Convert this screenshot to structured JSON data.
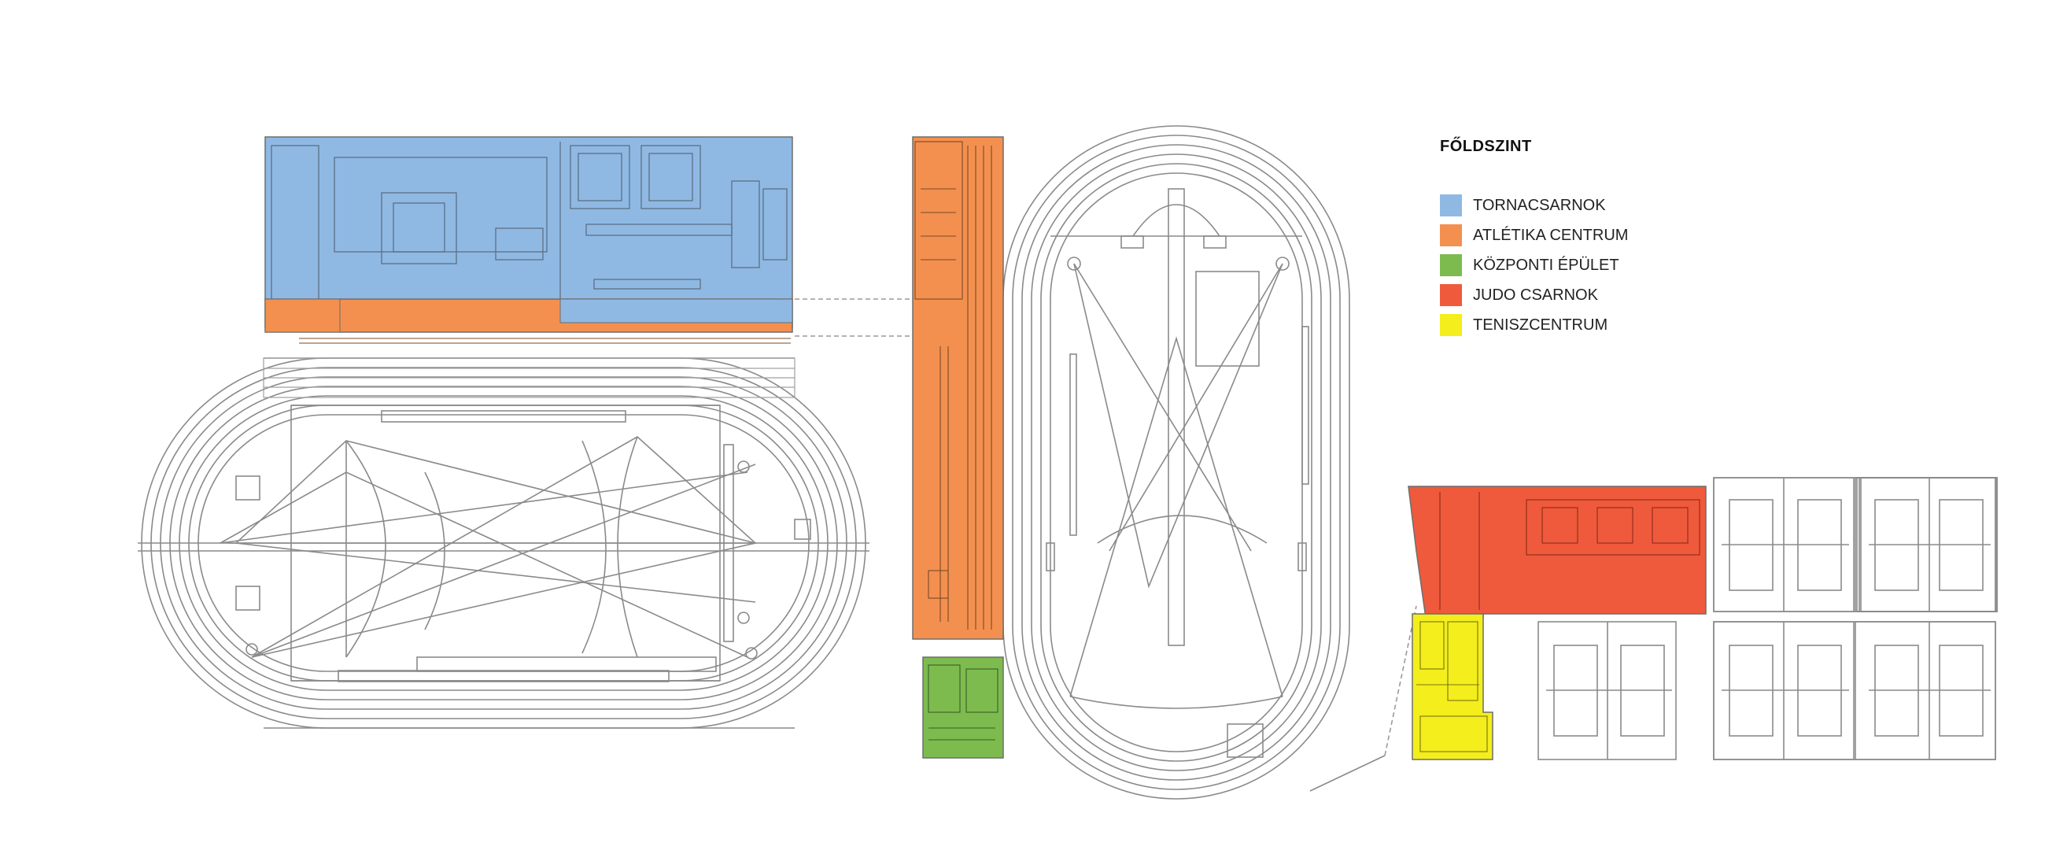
{
  "legend": {
    "title": "FŐLDSZINT",
    "items": [
      {
        "label": "TORNACSARNOK",
        "color": "#8fb9e3"
      },
      {
        "label": "ATLÉTIKA CENTRUM",
        "color": "#f3904f"
      },
      {
        "label": "KÖZPONTI ÉPÜLET",
        "color": "#7dbb4e"
      },
      {
        "label": "JUDO CSARNOK",
        "color": "#ef5a3c"
      },
      {
        "label": "TENISZCENTRUM",
        "color": "#f3ee1c"
      }
    ]
  },
  "colors": {
    "line": "#8a8a8a",
    "fine_line": "#b0b0b0"
  }
}
